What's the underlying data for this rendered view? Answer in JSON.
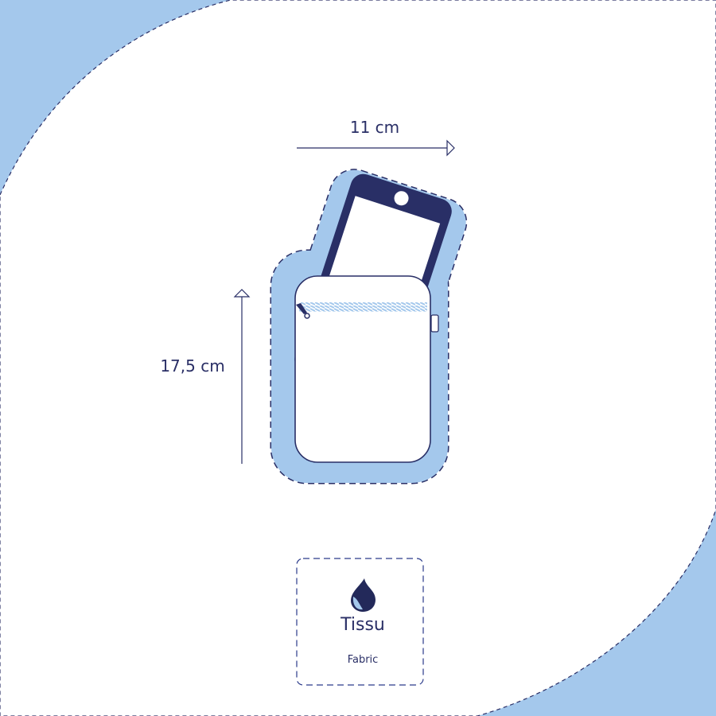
{
  "dimensions": {
    "width_label": "11 cm",
    "height_label": "17,5 cm"
  },
  "material": {
    "icon": "water-drop-icon",
    "title": "Tissu",
    "subtitle": "Fabric"
  },
  "colors": {
    "accent": "#a4c8ec",
    "navy": "#292f66",
    "white": "#ffffff"
  }
}
